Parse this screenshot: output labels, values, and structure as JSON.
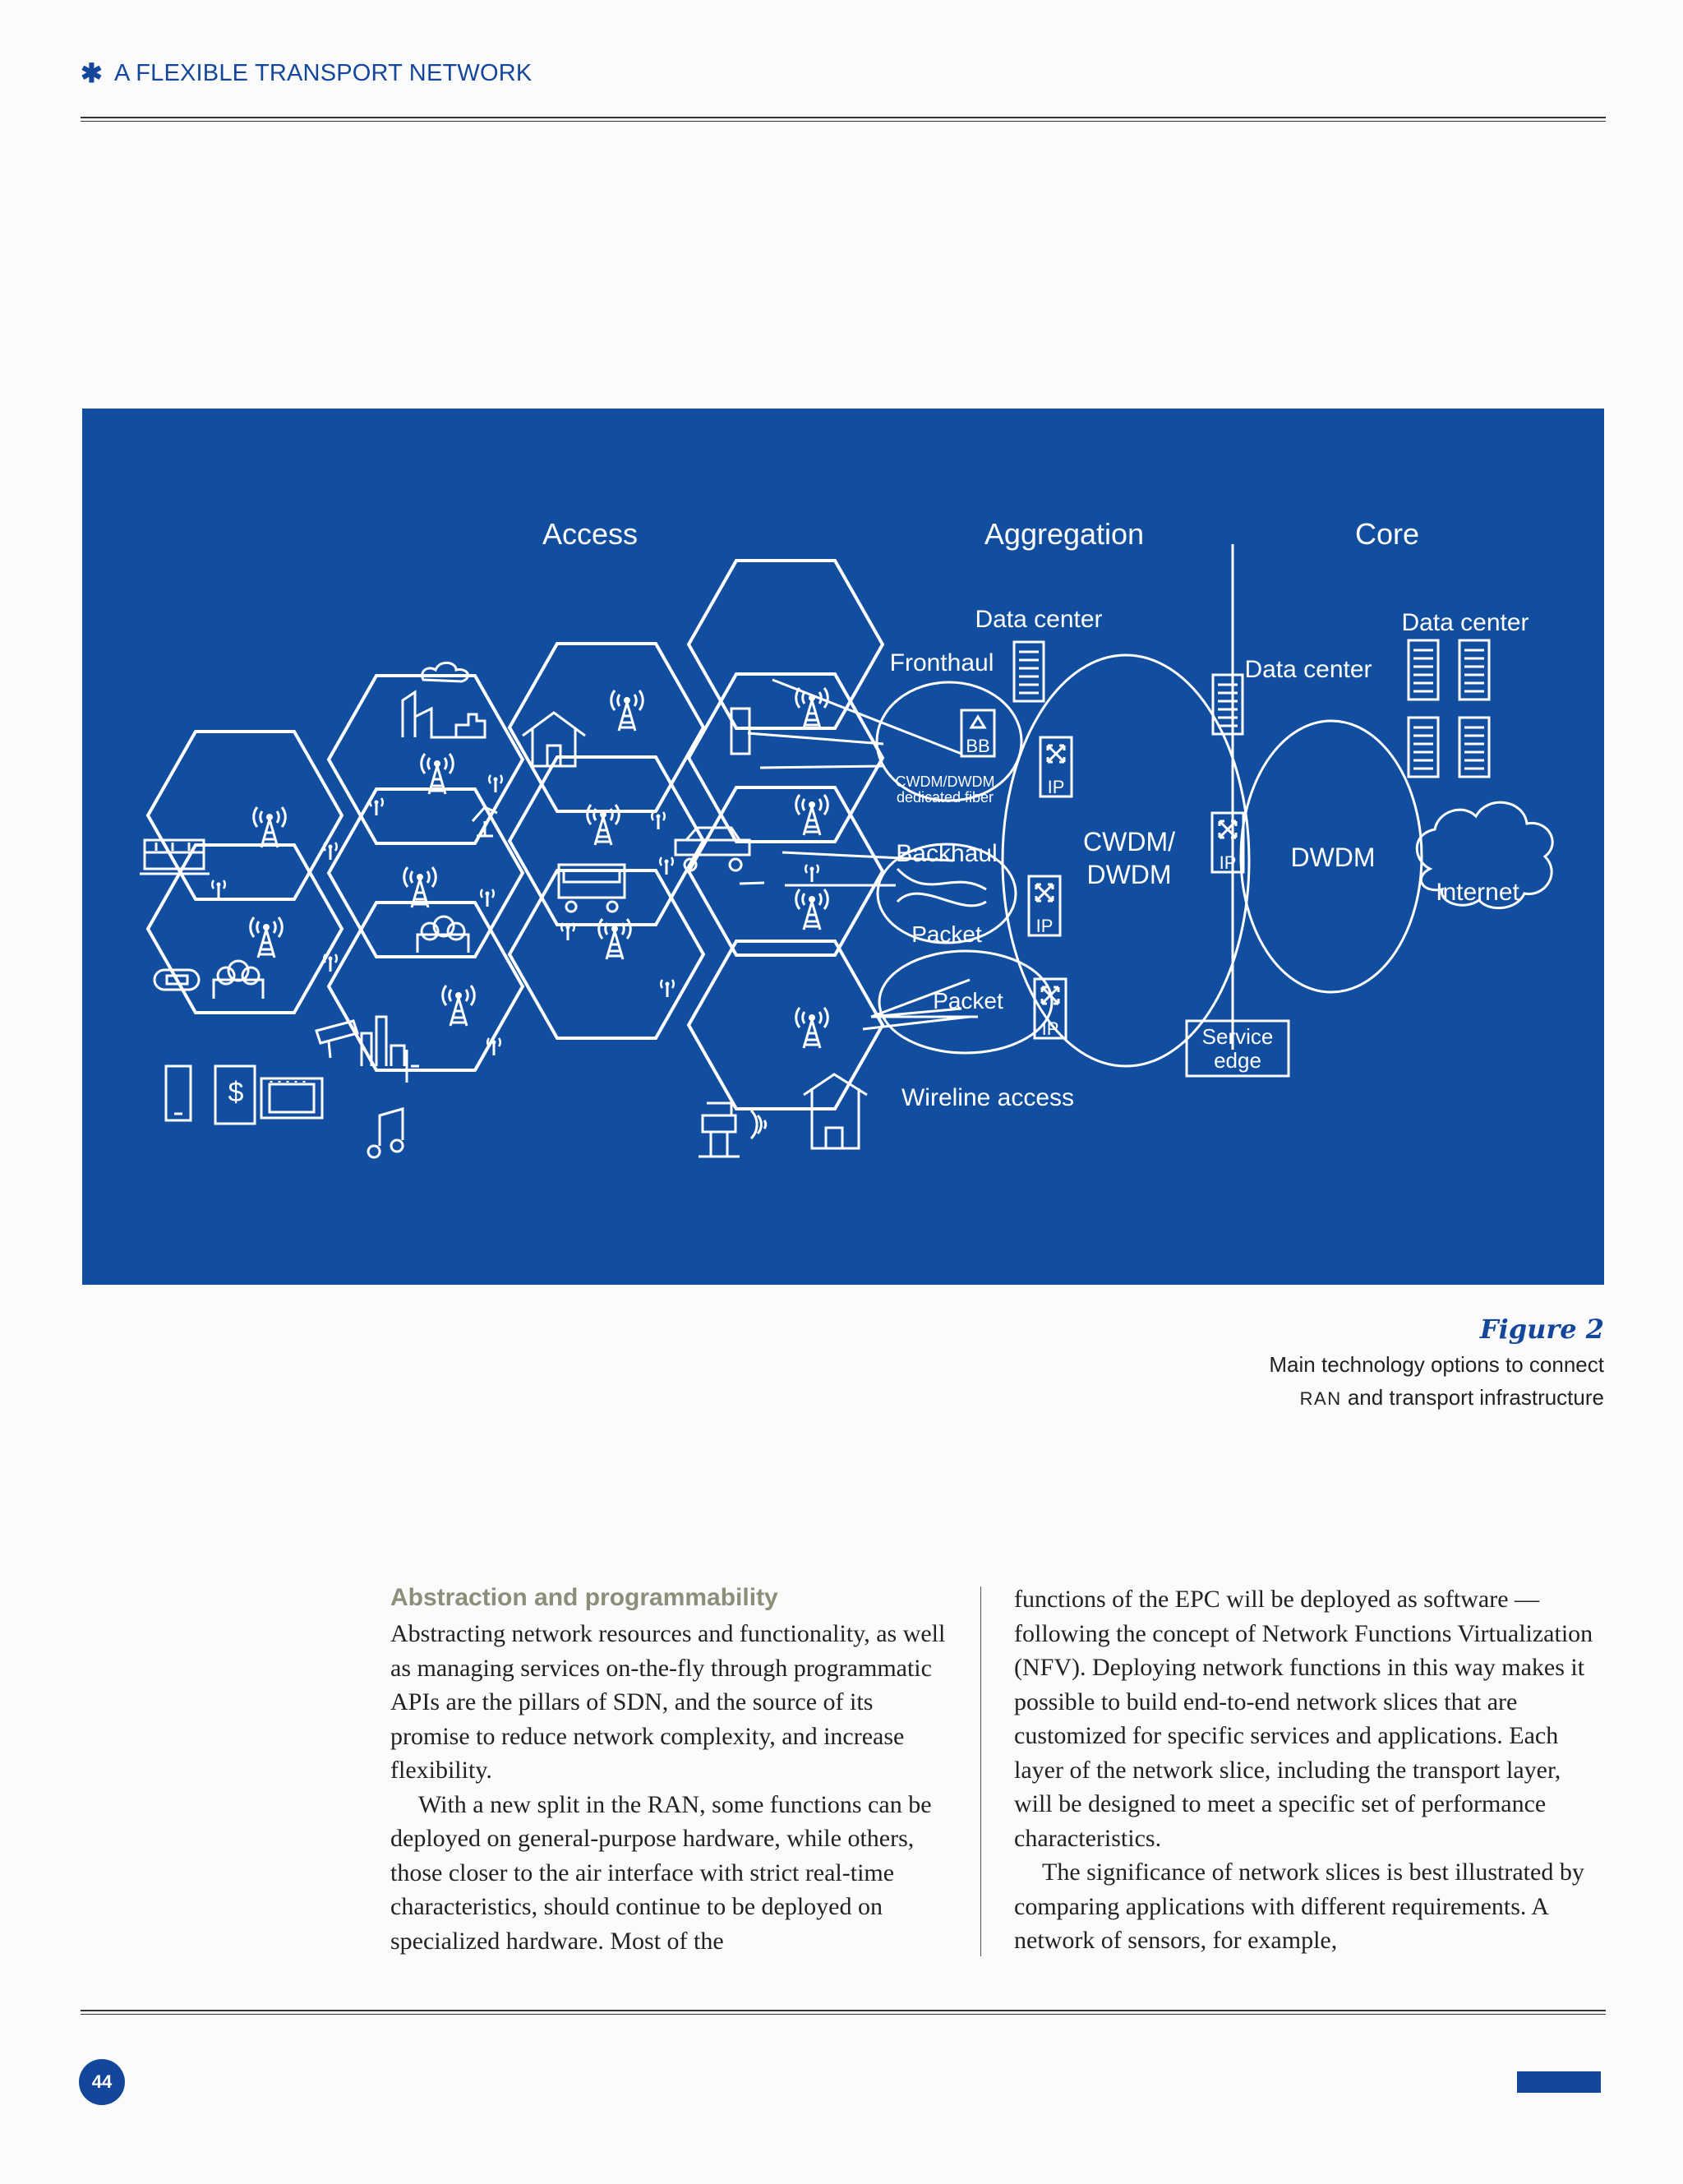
{
  "header": {
    "star": "✱",
    "title": "A FLEXIBLE TRANSPORT NETWORK"
  },
  "figure": {
    "sections": {
      "access": "Access",
      "aggregation": "Aggregation",
      "core": "Core"
    },
    "labels": {
      "data_center_aggregation": "Data center",
      "data_center_middle": "Data center",
      "data_center_core": "Data center",
      "fronthaul": "Fronthaul",
      "bb": "BB",
      "cwdm_dedicated_1": "CWDM/DWDM",
      "cwdm_dedicated_2": "dedicated fiber",
      "backhaul": "Backhaul",
      "packet_backhaul": "Packet",
      "packet_wireline": "Packet",
      "wireline_access": "Wireline access",
      "ip": "IP",
      "cwdm_ring_1": "CWDM/",
      "cwdm_ring_2": "DWDM",
      "dwdm": "DWDM",
      "internet": "Internet",
      "service_edge_1": "Service",
      "service_edge_2": "edge",
      "dollar": "$"
    },
    "colors": {
      "background": "#124ea0",
      "foreground": "#ffffff"
    }
  },
  "caption": {
    "label": "Figure 2",
    "line1": "Main technology options to connect",
    "line2_sc": "RAN",
    "line2_rest": " and transport infrastructure"
  },
  "body": {
    "subhead": "Abstraction and programmability",
    "left_p1": "Abstracting network resources and functionality, as well as managing services on-the-fly through programmatic APIs are the pillars of SDN, and the source of its promise to reduce network complexity, and increase flexibility.",
    "left_p2": "With a new split in the RAN, some functions can be deployed on general-purpose hardware, while others, those closer to the air interface with strict real-time characteristics, should continue to be deployed on specialized hardware. Most of the",
    "right_p1": "functions of the EPC will be deployed as software — following the concept of Network Functions Virtualization (NFV). Deploying network functions in this way makes it possible to build end-to-end network slices that are customized for specific services and applications. Each layer of the network slice, including the transport layer, will be designed to meet a specific set of performance characteristics.",
    "right_p2": "The significance of network slices is best illustrated by comparing applications with different requirements. A network of sensors, for example,"
  },
  "footer": {
    "page_number": "44"
  }
}
